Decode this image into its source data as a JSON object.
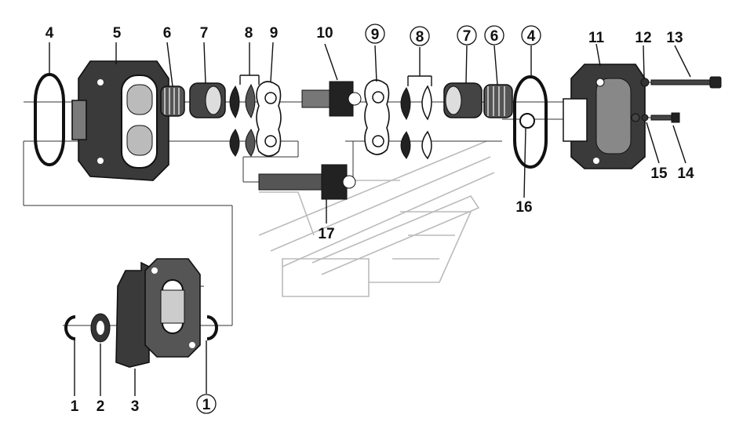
{
  "callouts": [
    {
      "id": "1",
      "text": "1",
      "circled": false
    },
    {
      "id": "2",
      "text": "2",
      "circled": false
    },
    {
      "id": "3",
      "text": "3",
      "circled": false
    },
    {
      "id": "1c",
      "text": "1",
      "circled": true
    },
    {
      "id": "4",
      "text": "4",
      "circled": false
    },
    {
      "id": "5",
      "text": "5",
      "circled": false
    },
    {
      "id": "6",
      "text": "6",
      "circled": false
    },
    {
      "id": "7",
      "text": "7",
      "circled": false
    },
    {
      "id": "8",
      "text": "8",
      "circled": false
    },
    {
      "id": "9",
      "text": "9",
      "circled": false
    },
    {
      "id": "10",
      "text": "10",
      "circled": false
    },
    {
      "id": "9c",
      "text": "9",
      "circled": true
    },
    {
      "id": "8c",
      "text": "8",
      "circled": true
    },
    {
      "id": "7c",
      "text": "7",
      "circled": true
    },
    {
      "id": "6c",
      "text": "6",
      "circled": true
    },
    {
      "id": "4c",
      "text": "4",
      "circled": true
    },
    {
      "id": "11",
      "text": "11",
      "circled": false
    },
    {
      "id": "12",
      "text": "12",
      "circled": false
    },
    {
      "id": "13",
      "text": "13",
      "circled": false
    },
    {
      "id": "14",
      "text": "14",
      "circled": false
    },
    {
      "id": "15",
      "text": "15",
      "circled": false
    },
    {
      "id": "16",
      "text": "16",
      "circled": false
    },
    {
      "id": "17",
      "text": "17",
      "circled": false
    }
  ]
}
